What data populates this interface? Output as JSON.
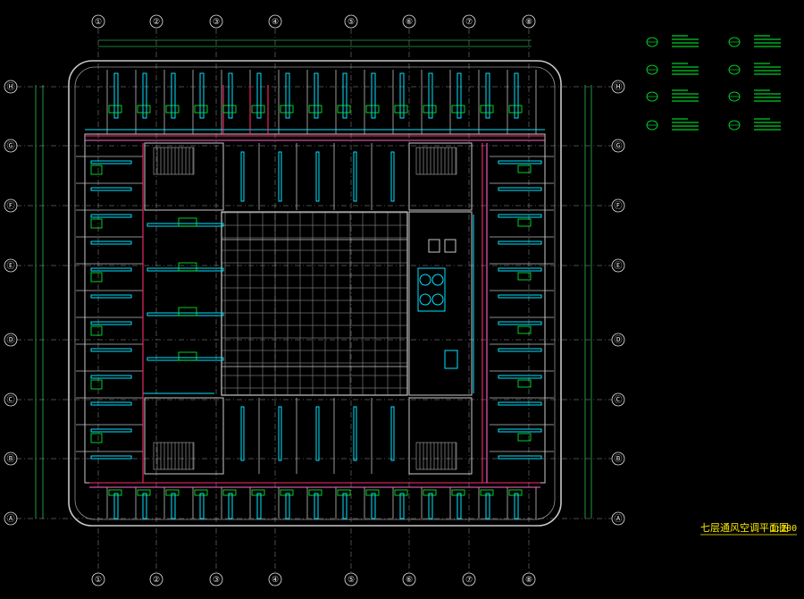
{
  "drawing": {
    "title": "七层通风空调平面图",
    "scale": "1:200"
  },
  "grid": {
    "columns": [
      "①",
      "②",
      "③",
      "④",
      "⑤",
      "⑥",
      "⑦",
      "⑧"
    ],
    "rows": [
      "Ⓗ",
      "Ⓖ",
      "Ⓕ",
      "Ⓔ",
      "Ⓓ",
      "Ⓒ",
      "Ⓑ",
      "Ⓐ"
    ]
  },
  "colors": {
    "background": "#000000",
    "wall": "#c8c8c8",
    "duct": "#00e5ff",
    "pipe": "#ff2a6d",
    "equipment": "#00ff33",
    "text": "#ffee00",
    "dim": "#33ff66"
  }
}
